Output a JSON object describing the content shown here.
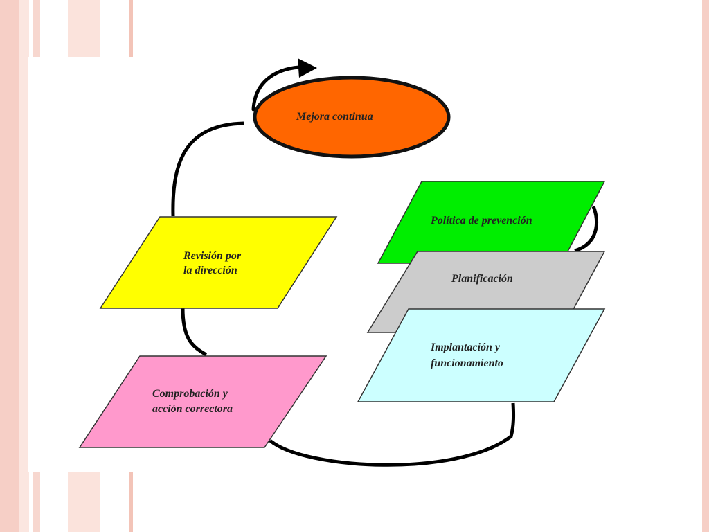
{
  "diagram": {
    "nodes": {
      "mejora": {
        "label": "Mejora continua",
        "color": "#FF6600"
      },
      "politica": {
        "label": "Política de prevención",
        "color": "#00EE00"
      },
      "planificacion": {
        "label": "Planificación",
        "color": "#CCCCCC"
      },
      "implantacion": {
        "line1": "Implantación y",
        "line2": "funcionamiento",
        "color": "#CCFFFF"
      },
      "revision": {
        "line1": "Revisión por",
        "line2": "la dirección",
        "color": "#FFFF00"
      },
      "comprobacion": {
        "line1": "Comprobación y",
        "line2": "acción correctora",
        "color": "#FF99CC"
      }
    }
  }
}
